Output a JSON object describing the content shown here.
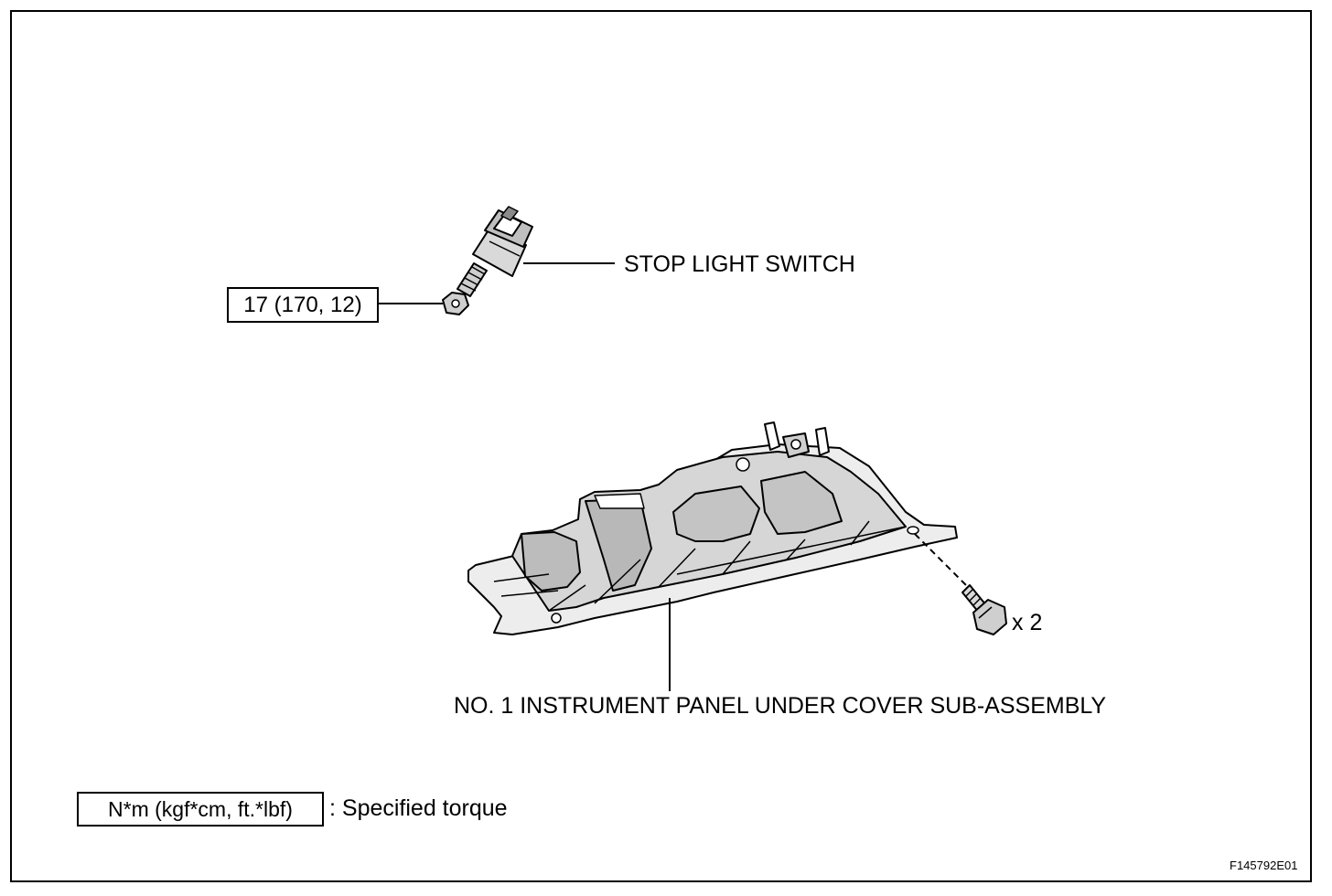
{
  "callouts": {
    "stop_light_switch": "STOP LIGHT SWITCH",
    "under_cover": "NO. 1 INSTRUMENT PANEL UNDER COVER SUB-ASSEMBLY",
    "bolt_quantity": "x 2"
  },
  "torque": {
    "nut_value": "17 (170, 12)"
  },
  "legend": {
    "torque_box": "N*m (kgf*cm, ft.*lbf)",
    "torque_text": ": Specified torque"
  },
  "figure_id": "F145792E01",
  "colors": {
    "line": "#000000",
    "fill_light": "#dddddd",
    "fill_mid": "#bdbdbd",
    "fill_dark": "#8a8a8a",
    "background": "#ffffff"
  }
}
